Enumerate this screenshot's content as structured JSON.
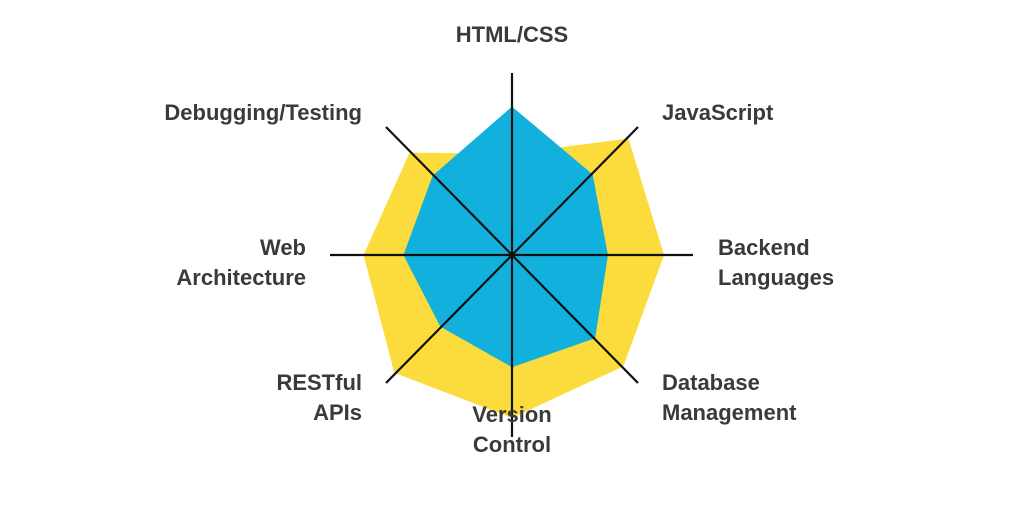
{
  "chart_data": {
    "type": "radar",
    "title": "",
    "axes": [
      "HTML/CSS",
      "JavaScript",
      "Backend Languages",
      "Database Management",
      "Version Control",
      "RESTful APIs",
      "Web Architecture",
      "Debugging/Testing"
    ],
    "axis_label_lines": [
      [
        "HTML/CSS"
      ],
      [
        "JavaScript"
      ],
      [
        "Backend",
        "Languages"
      ],
      [
        "Database",
        "Management"
      ],
      [
        "Version",
        "Control"
      ],
      [
        "RESTful",
        "APIs"
      ],
      [
        "Web",
        "Architecture"
      ],
      [
        "Debugging/Testing"
      ]
    ],
    "range": [
      0,
      1
    ],
    "grid": false,
    "legend": "none",
    "series": [
      {
        "name": "outer",
        "color": "#fcdc3c",
        "values": [
          0.56,
          0.91,
          0.84,
          0.87,
          0.9,
          0.92,
          0.82,
          0.8
        ]
      },
      {
        "name": "inner",
        "color": "#12b0dc",
        "values": [
          0.82,
          0.63,
          0.53,
          0.65,
          0.62,
          0.56,
          0.6,
          0.62
        ]
      }
    ]
  }
}
